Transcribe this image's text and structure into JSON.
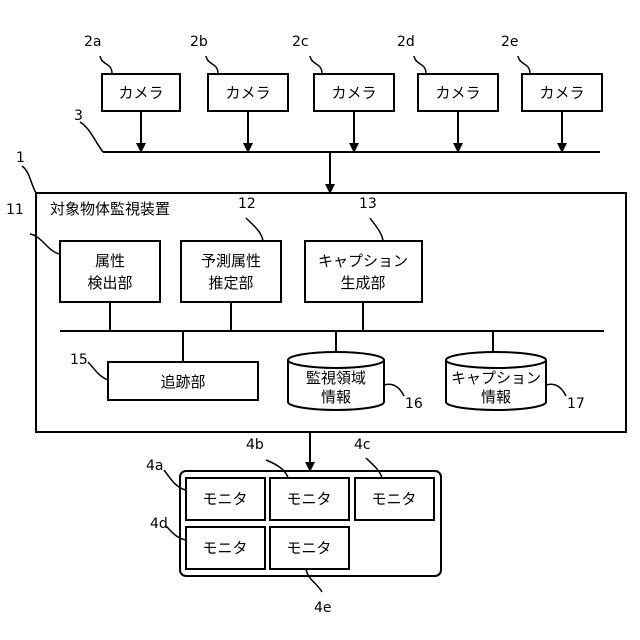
{
  "cameras": [
    {
      "ref": "2a",
      "label": "カメラ"
    },
    {
      "ref": "2b",
      "label": "カメラ"
    },
    {
      "ref": "2c",
      "label": "カメラ"
    },
    {
      "ref": "2d",
      "label": "カメラ"
    },
    {
      "ref": "2e",
      "label": "カメラ"
    }
  ],
  "network_ref": "3",
  "device": {
    "ref": "1",
    "title": "対象物体監視装置",
    "attr": {
      "ref": "11",
      "line1": "属性",
      "line2": "検出部"
    },
    "pred": {
      "ref": "12",
      "line1": "予測属性",
      "line2": "推定部"
    },
    "cap": {
      "ref": "13",
      "line1": "キャプション",
      "line2": "生成部"
    },
    "track": {
      "ref": "15",
      "label": "追跡部"
    },
    "area_db": {
      "ref": "16",
      "line1": "監視領域",
      "line2": "情報"
    },
    "cap_db": {
      "ref": "17",
      "line1": "キャプション",
      "line2": "情報"
    }
  },
  "monitors": [
    {
      "ref": "4a",
      "label": "モニタ"
    },
    {
      "ref": "4b",
      "label": "モニタ"
    },
    {
      "ref": "4c",
      "label": "モニタ"
    },
    {
      "ref": "4d",
      "label": "モニタ"
    },
    {
      "ref": "4e",
      "label": "モニタ"
    }
  ]
}
